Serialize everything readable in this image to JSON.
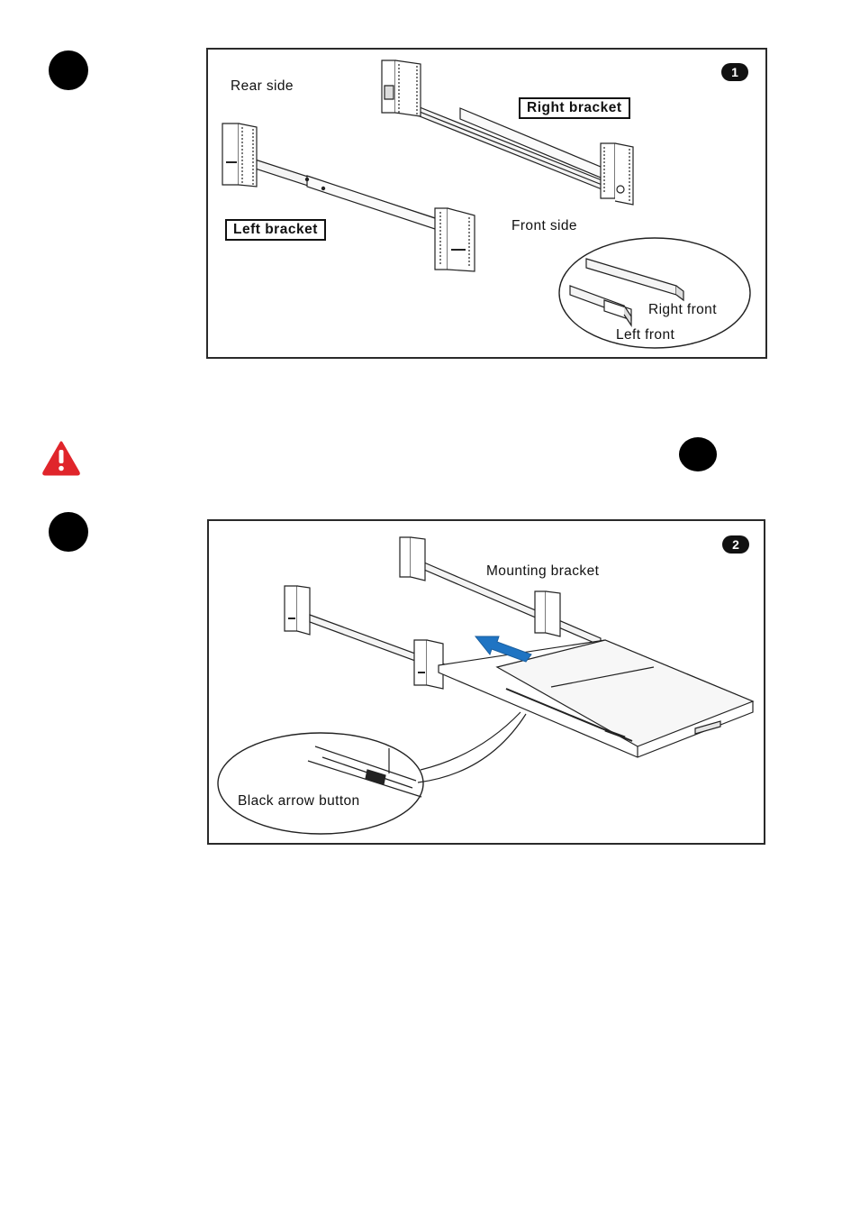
{
  "figure1": {
    "badge": "1",
    "rear_side": "Rear side",
    "right_bracket": "Right bracket",
    "left_bracket": "Left bracket",
    "front_side": "Front side",
    "right_front": "Right front",
    "left_front": "Left front"
  },
  "figure2": {
    "badge": "2",
    "mounting_bracket": "Mounting bracket",
    "black_arrow_button": "Black arrow button",
    "arrow_color": "#1f74c3"
  },
  "icons": {
    "warning": "warning-triangle-icon",
    "warning_color": "#e0252b"
  }
}
